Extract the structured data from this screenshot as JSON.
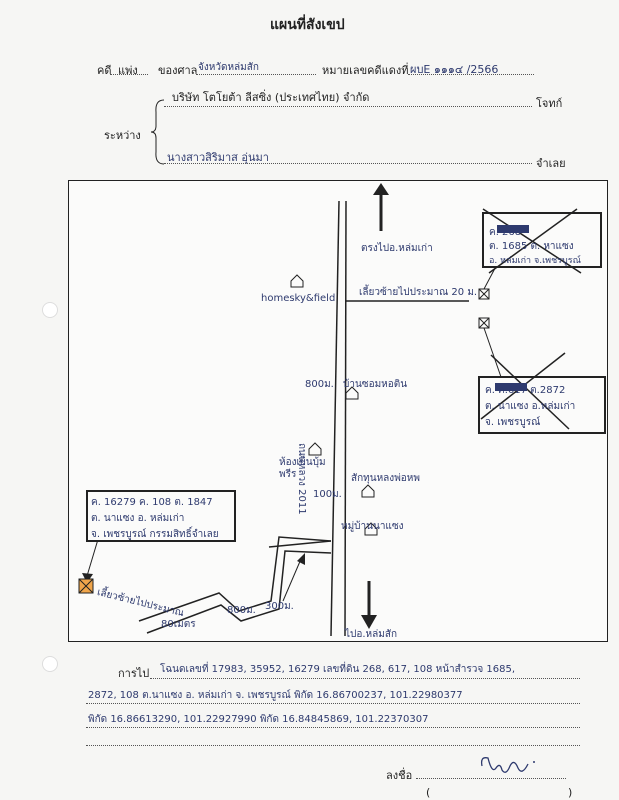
{
  "header": {
    "title": "แผนที่สังเขป",
    "case_label": "คดี",
    "case_type": "แพ่ง",
    "court_label": "ของศาล",
    "court_value": "จังหวัดหล่มสัก",
    "red_case_label": "หมายเลขคดีแดงที่",
    "red_case_value": "ผบE ๑๑๑๔ /2566",
    "between_label": "ระหว่าง",
    "plaintiff_name": "บริษัท โตโยต้า ลีสซิ่ง (ประเทศไทย) จำกัด",
    "plaintiff_role": "โจทก์",
    "defendant_name": "นางสาวสิริมาส อุ่นมา",
    "defendant_role": "จำเลย"
  },
  "map": {
    "north_label": "ตรงไปอ.หล่มเก่า",
    "south_label": "ไปอ.หล่มสัก",
    "road_name": "ถนนหลวง 2011",
    "junction_label": "เลี้ยวซ้ายไปประมาณ 20 ม.",
    "landmark_1": "homesky&field",
    "landmark_2": "บ้านซอมหอติน",
    "landmark_3": "ห้องเย็นบุ้มพรีร",
    "landmark_4": "สักทุนหลงพ่อหพ",
    "landmark_5": "หมู่บ้านนาแซง",
    "dist_1": "800ม.",
    "dist_2": "100ม.",
    "dist_3": "800ม.",
    "dist_4": "300ม.",
    "dist_5": "80เมตร",
    "side_road_label": "เลี้ยวซ้ายไปประมาณ",
    "box_top_lines": [
      "ค.         268",
      "ต. 1685 ต. หาแซง",
      "อ. หล่มเก่า จ.เพชรบูรณ์"
    ],
    "box_mid_lines": [
      "ค.         ค.617 ต.2872",
      "ต. นาแซง อ.หล่มเก่า",
      "จ. เพชรบูรณ์"
    ],
    "box_left_lines": [
      "ค. 16279 ค. 108 ต. 1847",
      "ต. นาแซง อ. หล่มเก่า",
      "จ. เพชรบูรณ์ กรรมสิทธิ์จำเลย"
    ]
  },
  "directions": {
    "label": "การไป",
    "line1": "โฉนดเลขที่ 17983, 35952, 16279 เลขที่ดิน 268, 617, 108 หน้าสำรวจ 1685,",
    "line2": "2872, 108 ต.นาแซง อ. หล่มเก่า จ. เพชรบูรณ์ พิกัด 16.86700237, 101.22980377",
    "line3": "พิกัด 16.86613290, 101.22927990 พิกัด 16.84845869, 101.22370307"
  },
  "signature": {
    "label": "ลงชื่อ",
    "open_paren": "(",
    "close_paren": ")"
  }
}
